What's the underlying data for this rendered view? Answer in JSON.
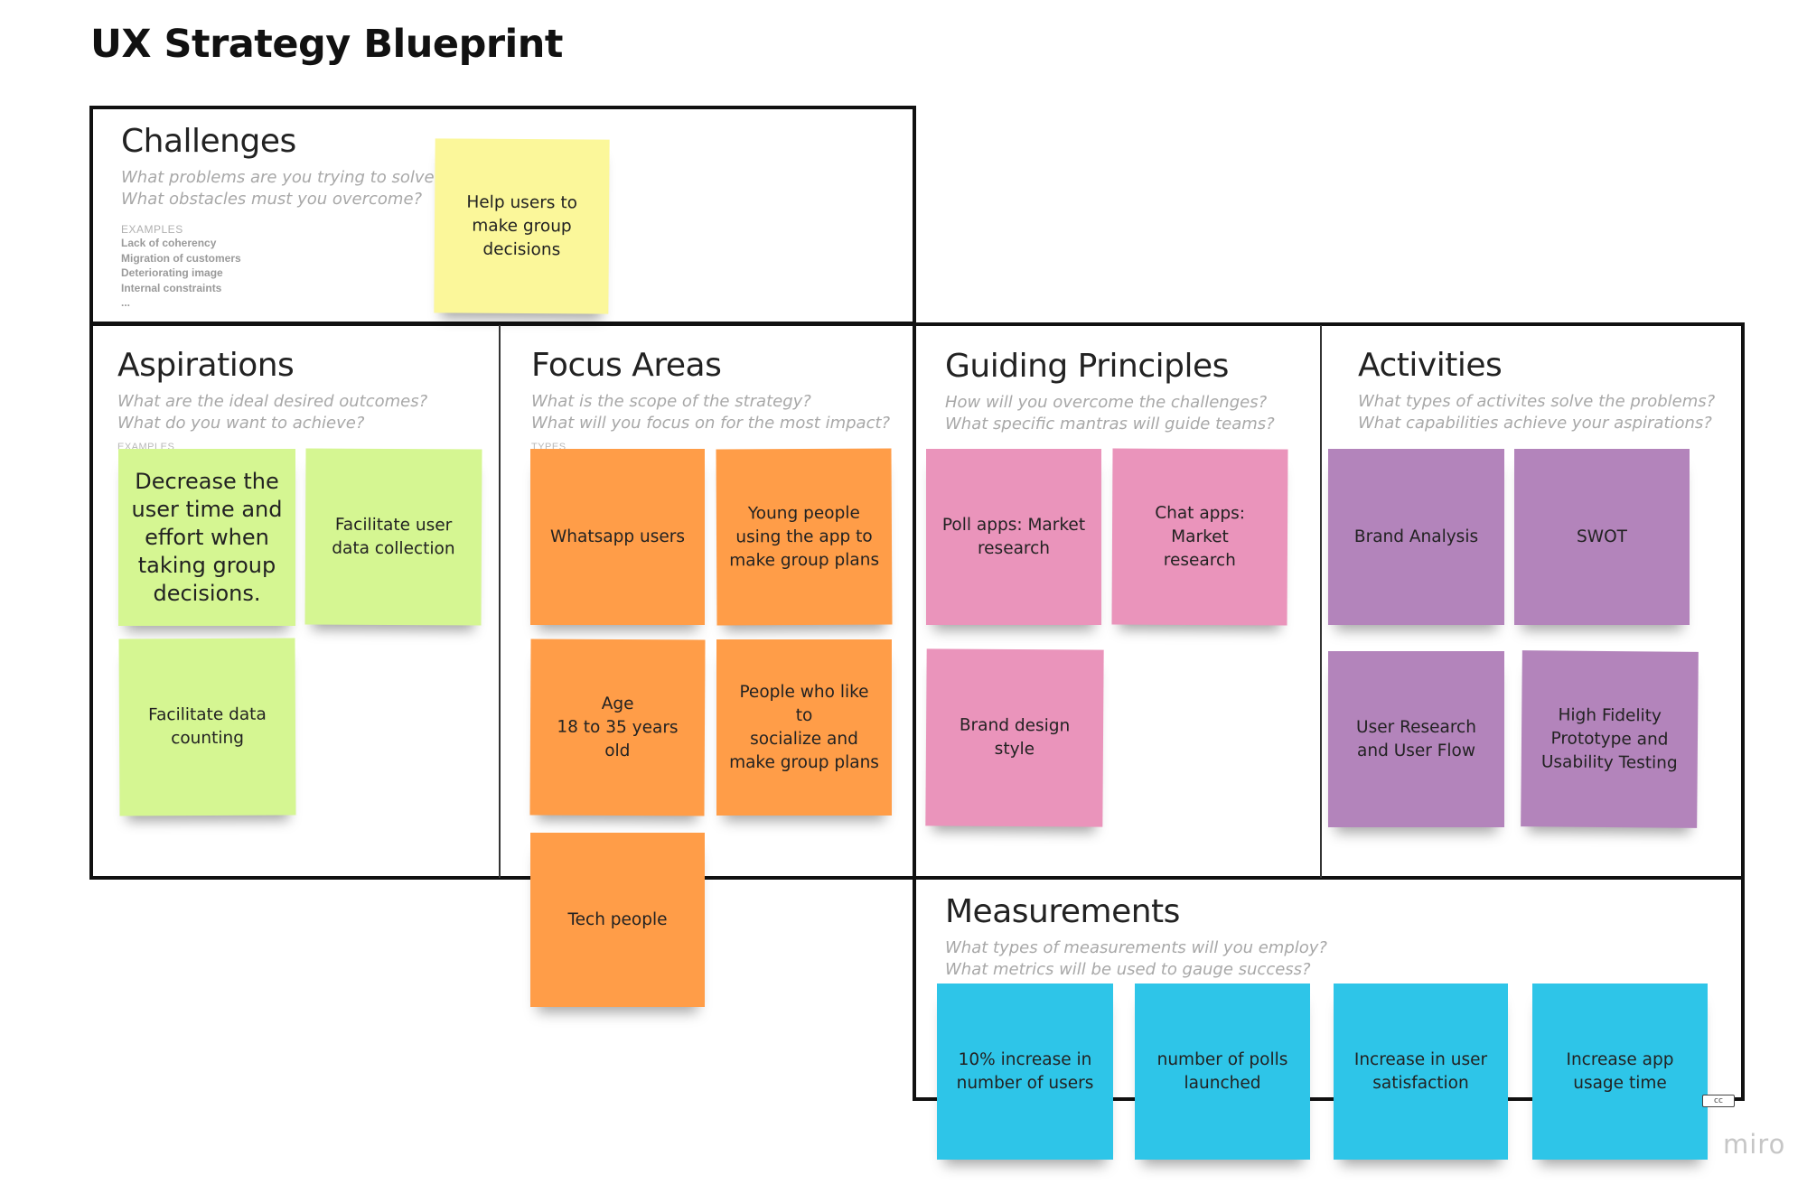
{
  "board": {
    "title": "UX Strategy Blueprint"
  },
  "sections": {
    "challenges": {
      "title": "Challenges",
      "questions": [
        "What problems are you trying to solve?",
        "What obstacles must you overcome?"
      ],
      "examples_head": "EXAMPLES",
      "examples": [
        "Lack of coherency",
        "Migration of customers",
        "Deteriorating image",
        "Internal constraints",
        "..."
      ]
    },
    "aspirations": {
      "title": "Aspirations",
      "questions": [
        "What are the ideal desired outcomes?",
        "What do you want to achieve?"
      ],
      "ghost_head": "EXAMPLES"
    },
    "focus_areas": {
      "title": "Focus Areas",
      "questions": [
        "What is the scope of the strategy?",
        "What will you focus on for the most impact?"
      ],
      "ghost_head": "TYPES"
    },
    "guiding_principles": {
      "title": "Guiding Principles",
      "questions": [
        "How will you overcome the challenges?",
        "What specific mantras will guide teams?"
      ]
    },
    "activities": {
      "title": "Activities",
      "questions": [
        "What types of activites solve the problems?",
        "What capabilities achieve your aspirations?"
      ]
    },
    "measurements": {
      "title": "Measurements",
      "questions": [
        "What types of measurements will you employ?",
        "What metrics will be used to gauge success?"
      ]
    }
  },
  "notes": {
    "challenges": [
      "Help users to\nmake group\ndecisions"
    ],
    "aspirations": [
      "Decrease the\nuser time and\neffort when\ntaking group\ndecisions.",
      "Facilitate user\ndata collection",
      "Facilitate data\ncounting"
    ],
    "focus_areas": [
      "Whatsapp users",
      "Young people\nusing the app to\nmake group plans",
      "Age\n18 to 35 years old",
      "People who like to\nsocialize and\nmake group plans",
      "Tech people"
    ],
    "guiding_principles": [
      "Poll apps: Market\nresearch",
      "Chat apps: Market\nresearch",
      "Brand design style"
    ],
    "activities": [
      "Brand Analysis",
      "SWOT",
      "User Research\nand User Flow",
      "High Fidelity\nPrototype and\nUsability Testing"
    ],
    "measurements": [
      "10% increase in\nnumber of users",
      "number of polls\nlaunched",
      "Increase in user\nsatisfaction",
      "Increase app\nusage time"
    ]
  },
  "colors": {
    "yellow": "#fbf79a",
    "green": "#d5f692",
    "orange": "#ff9d48",
    "pink": "#ea94bb",
    "purple": "#b384bb",
    "cyan": "#2ec5e8"
  },
  "footer": {
    "logo": "miro",
    "license_badge": "cc"
  }
}
